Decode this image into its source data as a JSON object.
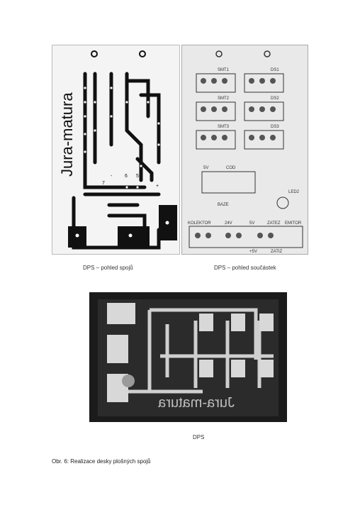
{
  "panels": {
    "traces": {
      "board_text": "Jura-matura",
      "pin_labels": [
        "-",
        "6",
        "5",
        "+",
        "7"
      ],
      "caption": "DPS – pohled spojů"
    },
    "components": {
      "labels": [
        "SMT1",
        "DS1",
        "SMT2",
        "DS2",
        "SMT3",
        "DS3",
        "5V",
        "COD",
        "BAZE",
        "LED2",
        "KOLEKTOR",
        "EMITOR",
        "24V",
        "5V",
        "ZATEZ",
        "+5V",
        "ZATIZ"
      ],
      "caption": "DPS – pohled součástek"
    },
    "photo": {
      "mirrored_text": "Jura-matura",
      "caption": "DPS"
    }
  },
  "figure_caption": "Obr. 6: Realizace desky plošných spojů",
  "colors": {
    "page": "#ffffff",
    "trace": "#111111",
    "board_silk": "#e6e6e6",
    "photo_bg": "#1b1b1b",
    "photo_trace": "#cfcfcf"
  }
}
